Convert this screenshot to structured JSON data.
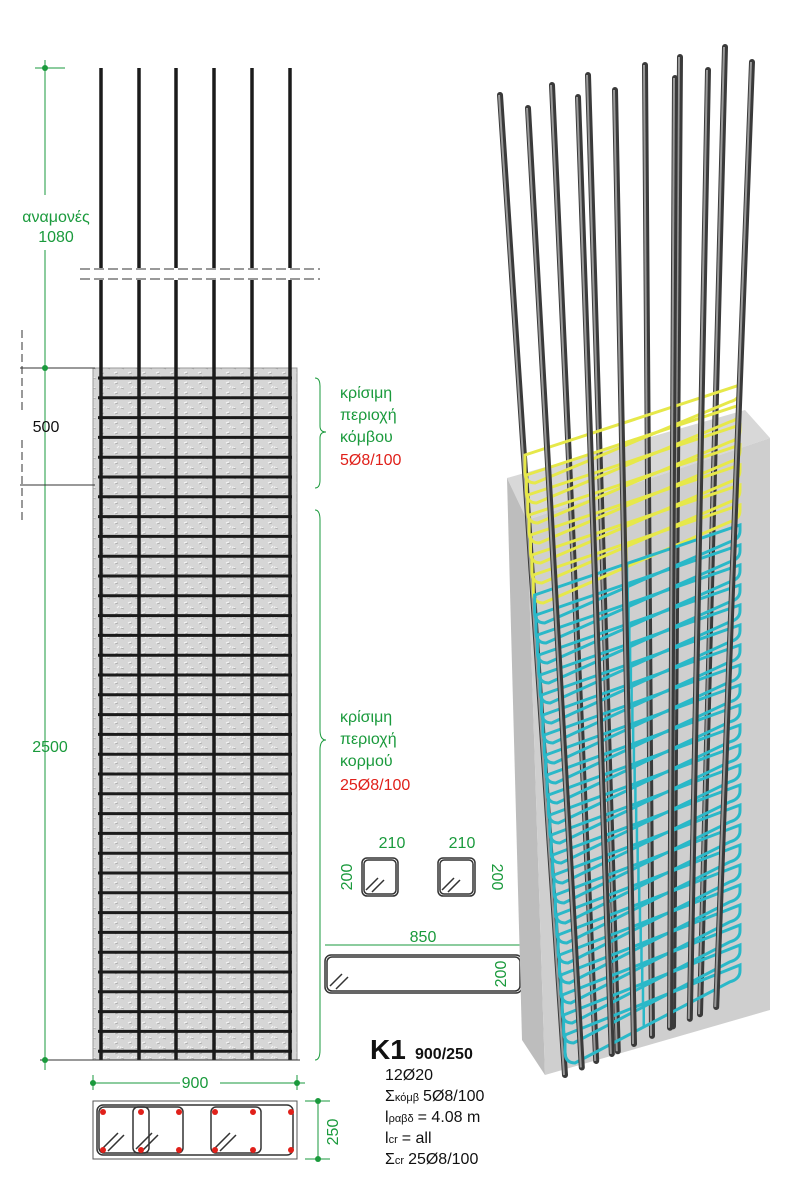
{
  "elevation": {
    "starter_label": "αναμονές",
    "starter_length": "1080",
    "node_zone_dim": "500",
    "total_dim": "2500",
    "node_zone": {
      "line1": "κρίσιμη",
      "line2": "περιοχή",
      "line3": "κόμβου",
      "spec": "5Ø8/100"
    },
    "body_zone": {
      "line1": "κρίσιμη",
      "line2": "περιοχή",
      "line3": "κορμού",
      "spec": "25Ø8/100"
    }
  },
  "section": {
    "width": "900",
    "depth": "250"
  },
  "stirrups": {
    "small1": {
      "w": "210",
      "h": "200"
    },
    "small2": {
      "w": "210",
      "h": "200"
    },
    "large": {
      "w": "850",
      "h": "200"
    }
  },
  "legend": {
    "name": "K1",
    "dims": "900/250",
    "bars": "12Ø20",
    "node_sym": "Σ",
    "node_sub": "κόμβ",
    "node_val": "5Ø8/100",
    "len_sym": "l",
    "len_sub": "ραβδ",
    "len_val": "= 4.08 m",
    "lcr_sym": "l",
    "lcr_sub": "cr",
    "lcr_val": "= all",
    "scr_sym": "Σ",
    "scr_sub": "cr",
    "scr_val": "25Ø8/100"
  },
  "colors": {
    "dim": "#1a9a3c",
    "spec": "#e0201a",
    "node_stirrup": "#e6e84a",
    "body_stirrup": "#2ab8c8",
    "concrete": "#d9d9d9"
  }
}
